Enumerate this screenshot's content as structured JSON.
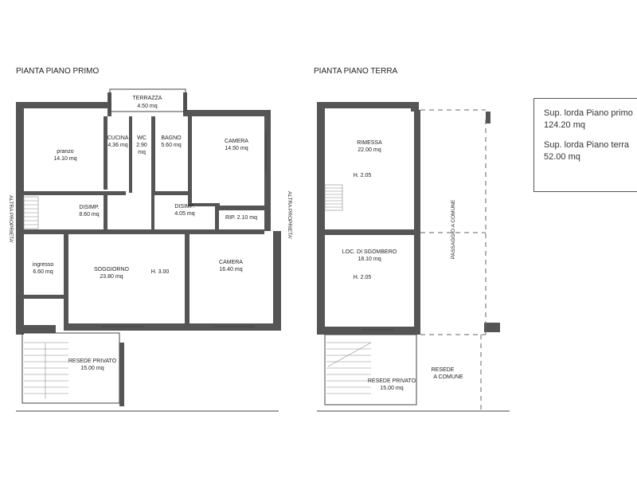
{
  "titles": {
    "first_floor": "PIANTA PIANO PRIMO",
    "ground_floor": "PIANTA PIANO TERRA"
  },
  "first_floor": {
    "terrazza": {
      "name": "TERRAZZA",
      "area": "4.50 mq"
    },
    "pranzo": {
      "name": "pranzo",
      "area": "14.10 mq"
    },
    "cucina": {
      "name": "CUCINA",
      "area": "4.36 mq"
    },
    "wc": {
      "name": "WC",
      "area": "2.90",
      "unit": "mq"
    },
    "bagno": {
      "name": "BAGNO",
      "area": "5.60 mq"
    },
    "camera_top": {
      "name": "CAMERA",
      "area": "14.50 mq"
    },
    "disimp_left": {
      "name": "DISIMP.",
      "area": "8.60 mq"
    },
    "disimp_right": {
      "name": "DISIMP.",
      "area": "4.05 mq"
    },
    "rip": {
      "label": "RIP. 2.10 mq"
    },
    "ingresso": {
      "name": "ingresso",
      "area": "6.60 mq"
    },
    "soggiorno": {
      "name": "SOGGIORNO",
      "area": "23.80 mq",
      "height": "H. 3.00"
    },
    "camera_bottom": {
      "name": "CAMERA",
      "area": "16.40 mq"
    },
    "resede": {
      "name": "RESEDE PRIVATO",
      "area": "15.00 mq"
    },
    "altra_left": "ALTRA PROPRIETA'",
    "altra_right": "ALTRA PROPRIETA'"
  },
  "ground_floor": {
    "rimessa": {
      "name": "RIMESSA",
      "area": "22.00 mq",
      "height": "H. 2.05"
    },
    "sgombero": {
      "name": "LOC. DI SGOMBERO",
      "area": "18.10 mq",
      "height": "H. 2.05"
    },
    "passaggio": "PASSAGGIO A COMUNE",
    "resede_comune": {
      "line1": "RESEDE",
      "line2": "A COMUNE"
    },
    "resede_privato": {
      "name": "RESEDE PRIVATO",
      "area": "15.00 mq"
    }
  },
  "summary": {
    "first_label": "Sup. lorda Piano primo",
    "first_value": "124.20 mq",
    "ground_label": "Sup. lorda Piano terra",
    "ground_value": "52.00 mq"
  }
}
